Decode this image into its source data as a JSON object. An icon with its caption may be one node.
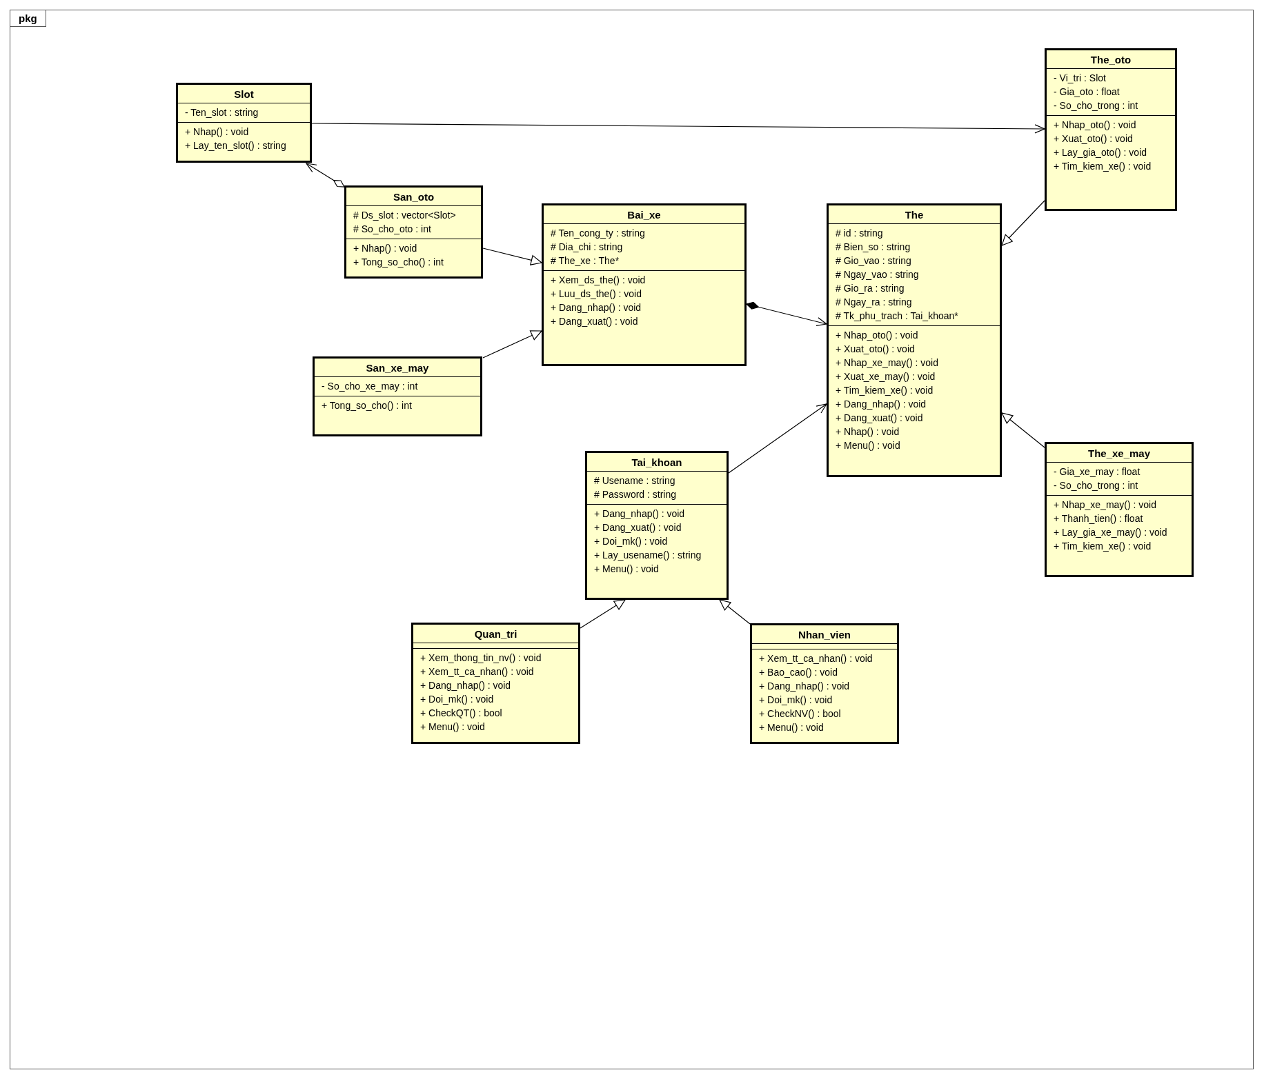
{
  "diagram": {
    "nodes": [
      {
        "text": [
          "pkg"
        ]
      },
      {
        "text": [
          "Slot",
          "- Ten_slot : string",
          "+ Nhap() : void",
          "+ Lay_ten_slot() : string"
        ],
        "in": 0
      },
      {
        "text": [
          "The_oto",
          "- Vi_tri : Slot",
          "- Gia_oto : float",
          "- So_cho_trong : int",
          "+ Nhap_oto() : void",
          "+ Xuat_oto() : void",
          "+ Lay_gia_oto() : void",
          "+ Tim_kiem_xe() : void"
        ],
        "in": 0
      },
      {
        "text": [
          "San_oto",
          "# Ds_slot : vector<Slot>",
          "# So_cho_oto : int",
          "+ Nhap() : void",
          "+ Tong_so_cho() : int"
        ],
        "in": 0
      },
      {
        "text": [
          "Bai_xe",
          "# Ten_cong_ty : string",
          "# Dia_chi : string",
          "# The_xe : The*",
          "+ Xem_ds_the() : void",
          "+ Luu_ds_the() : void",
          "+ Dang_nhap() : void",
          "+ Dang_xuat() : void"
        ],
        "in": 0
      },
      {
        "text": [
          "The",
          "# id : string",
          "# Bien_so : string",
          "# Gio_vao : string",
          "# Ngay_vao : string",
          "# Gio_ra : string",
          "# Ngay_ra : string",
          "# Tk_phu_trach : Tai_khoan*",
          "+ Nhap_oto() : void",
          "+ Xuat_oto() : void",
          "+ Nhap_xe_may() : void",
          "+ Xuat_xe_may() : void",
          "+ Tim_kiem_xe() : void",
          "+ Dang_nhap() : void",
          "+ Dang_xuat() : void",
          "+ Nhap() : void",
          "+ Menu() : void"
        ],
        "in": 0
      },
      {
        "text": [
          "San_xe_may",
          "- So_cho_xe_may : int",
          "+ Tong_so_cho() : int"
        ],
        "in": 0
      },
      {
        "text": [
          "Tai_khoan",
          "# Usename : string",
          "# Password : string",
          "+ Dang_nhap() : void",
          "+ Dang_xuat() : void",
          "+ Doi_mk() : void",
          "+ Lay_usename() : string",
          "+ Menu() : void"
        ],
        "in": 0
      },
      {
        "text": [
          "The_xe_may",
          "- Gia_xe_may : float",
          "- So_cho_trong : int",
          "+ Nhap_xe_may() : void",
          "+ Thanh_tien() : float",
          "+ Lay_gia_xe_may() : void",
          "+ Tim_kiem_xe() : void"
        ],
        "in": 0
      },
      {
        "text": [
          "Quan_tri",
          "+ Xem_thong_tin_nv() : void",
          "+ Xem_tt_ca_nhan() : void",
          "+ Dang_nhap() : void",
          "+ Doi_mk() : void",
          "+ CheckQT() : bool",
          "+ Menu() : void"
        ],
        "in": 0
      },
      {
        "text": [
          "Nhan_vien",
          "+ Xem_tt_ca_nhan() : void",
          "+ Bao_cao() : void",
          "+ Dang_nhap() : void",
          "+ Doi_mk() : void",
          "+ CheckNV() : bool",
          "+ Menu() : void"
        ],
        "in": 0
      }
    ],
    "edges": [
      {
        "from": 1,
        "to": 2,
        "arrow": "to"
      },
      {
        "from": 3,
        "to": 1,
        "arrow": "to"
      },
      {
        "from": 3,
        "to": 4,
        "arrow": "to"
      },
      {
        "from": 6,
        "to": 4,
        "arrow": "to"
      },
      {
        "from": 4,
        "to": 5,
        "arrow": "to"
      },
      {
        "from": 2,
        "to": 5,
        "arrow": "to"
      },
      {
        "from": 8,
        "to": 5,
        "arrow": "to"
      },
      {
        "from": 7,
        "to": 5,
        "arrow": "to"
      },
      {
        "from": 9,
        "to": 7,
        "arrow": "to"
      },
      {
        "from": 10,
        "to": 7,
        "arrow": "to"
      }
    ]
  }
}
